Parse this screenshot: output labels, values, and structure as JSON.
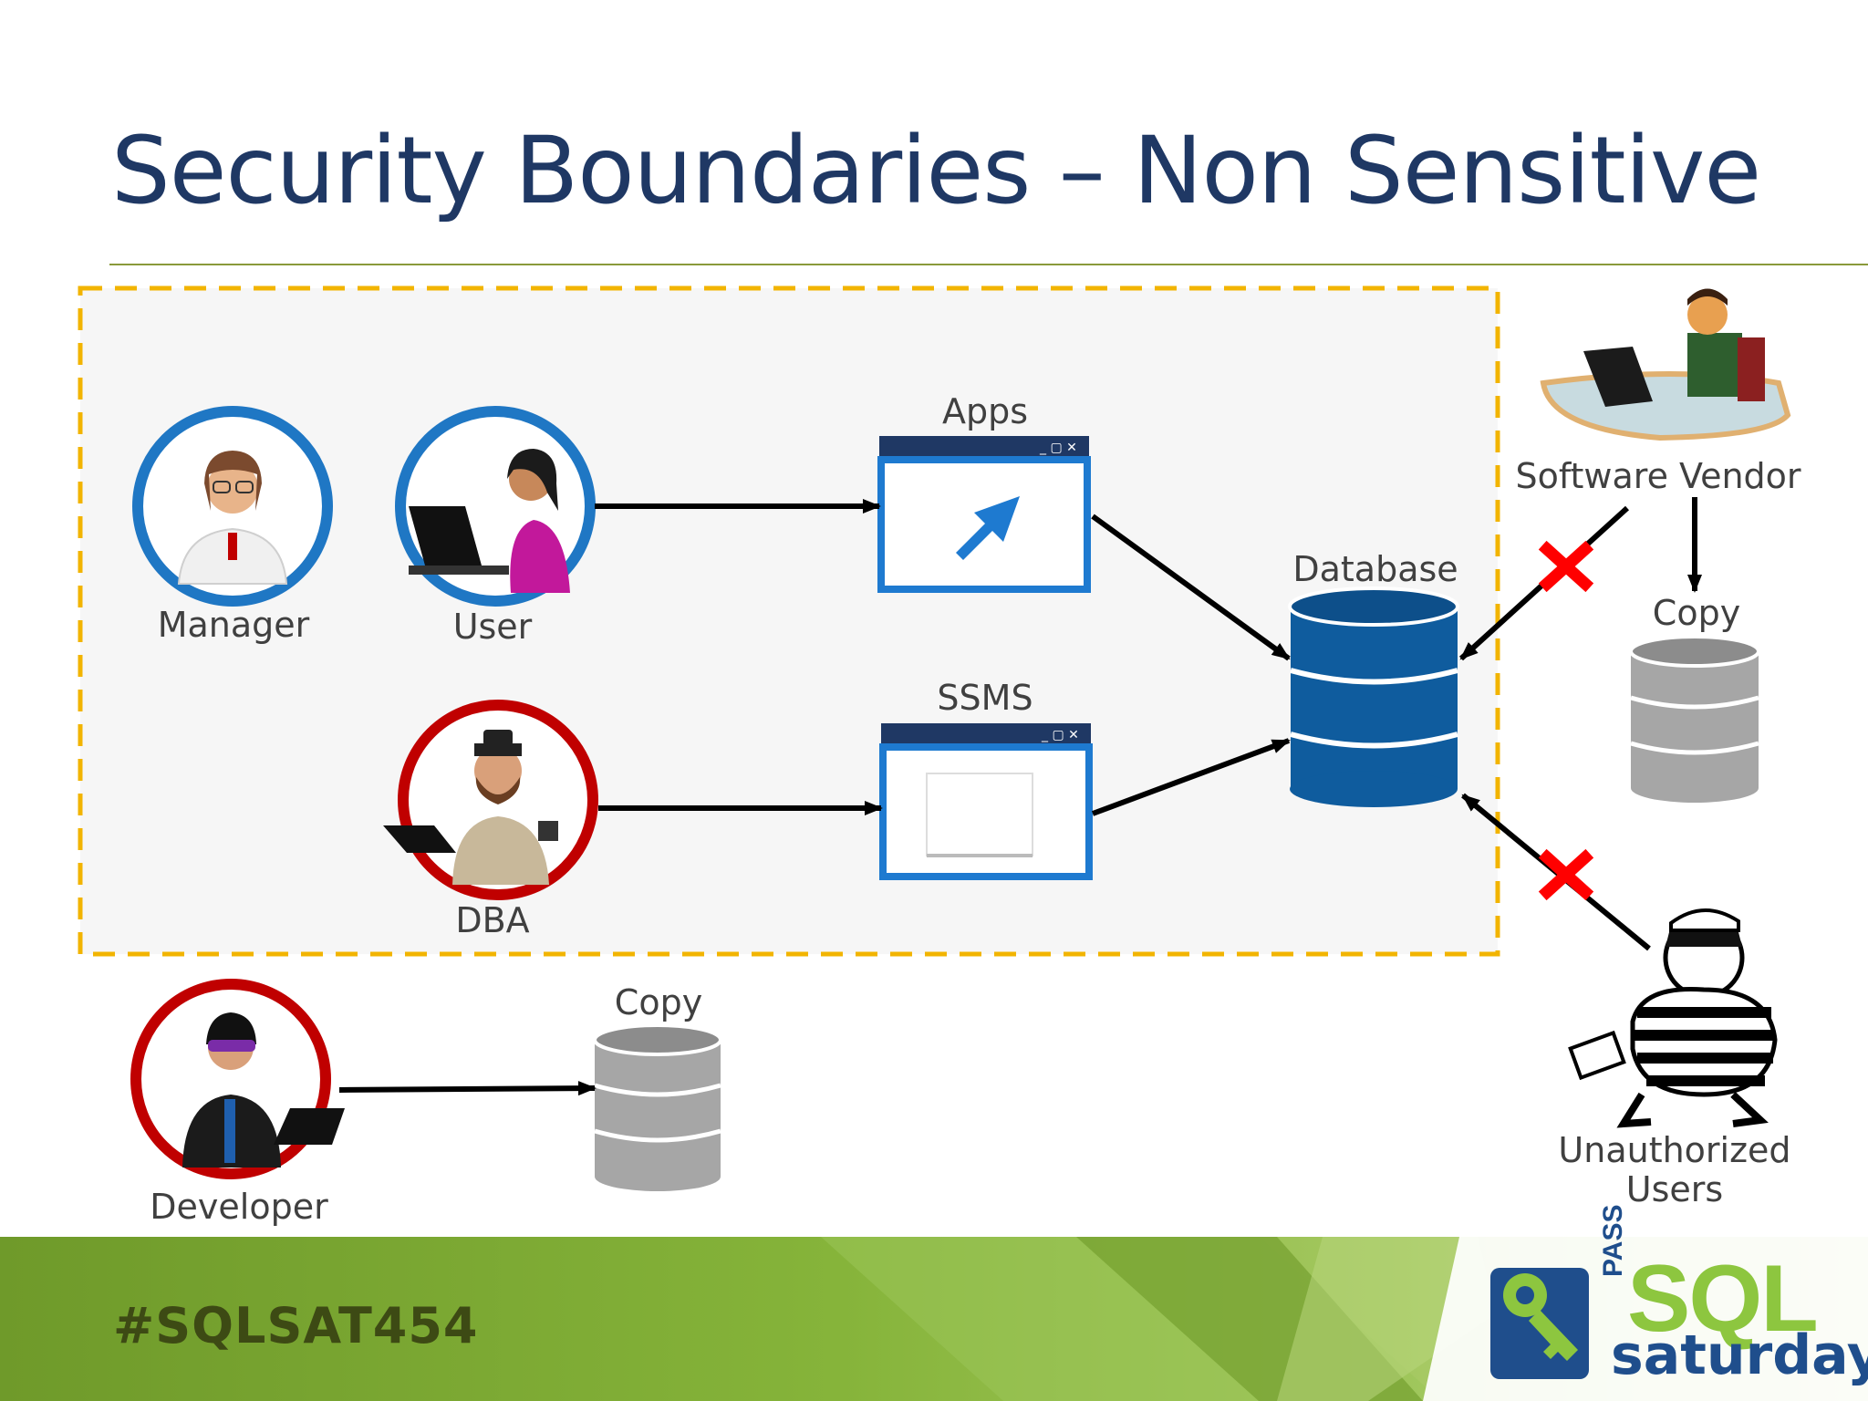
{
  "title": "Security Boundaries – Non Sensitive",
  "nodes": {
    "manager": "Manager",
    "user": "User",
    "dba": "DBA",
    "apps": "Apps",
    "ssms": "SSMS",
    "database": "Database",
    "software_vendor": "Software Vendor",
    "vendor_copy": "Copy",
    "developer": "Developer",
    "developer_copy": "Copy",
    "unauthorized_line1": "Unauthorized",
    "unauthorized_line2": "Users"
  },
  "footer": {
    "hashtag": "#SQLSAT454",
    "logo_pass": "PASS",
    "logo_sql": "SQL",
    "logo_saturday": "saturday"
  },
  "colors": {
    "title": "#1f3864",
    "boundary": "#f2b400",
    "blue_ring": "#1f77c4",
    "red_ring": "#c00000",
    "database": "#0f5c9e",
    "copy_db": "#a6a6a6",
    "window": "#1e7ad0",
    "denied": "#ff0000",
    "footer_green": "#7aa52e"
  }
}
